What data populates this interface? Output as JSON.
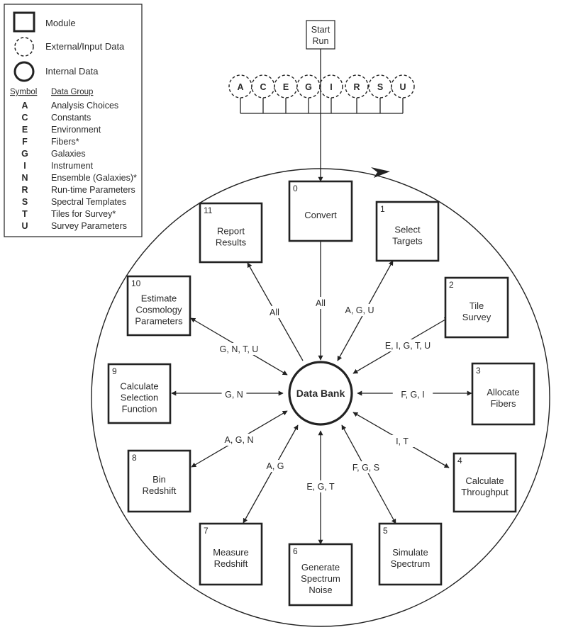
{
  "legend": {
    "module_label": "Module",
    "external_label": "External/Input Data",
    "internal_label": "Internal Data",
    "symbol_header": "Symbol",
    "group_header": "Data Group",
    "entries": [
      {
        "symbol": "A",
        "group": "Analysis Choices"
      },
      {
        "symbol": "C",
        "group": "Constants"
      },
      {
        "symbol": "E",
        "group": "Environment"
      },
      {
        "symbol": "F",
        "group": "Fibers*"
      },
      {
        "symbol": "G",
        "group": "Galaxies"
      },
      {
        "symbol": "I",
        "group": "Instrument"
      },
      {
        "symbol": "N",
        "group": "Ensemble (Galaxies)*"
      },
      {
        "symbol": "R",
        "group": "Run-time Parameters"
      },
      {
        "symbol": "S",
        "group": "Spectral Templates"
      },
      {
        "symbol": "T",
        "group": "Tiles for Survey*"
      },
      {
        "symbol": "U",
        "group": "Survey Parameters"
      }
    ]
  },
  "start": {
    "line1": "Start",
    "line2": "Run"
  },
  "inputs": [
    "A",
    "C",
    "E",
    "G",
    "I",
    "R",
    "S",
    "U"
  ],
  "center": "Data Bank",
  "modules": [
    {
      "num": "0",
      "lines": [
        "Convert"
      ],
      "edge_label": "All"
    },
    {
      "num": "1",
      "lines": [
        "Select",
        "Targets"
      ],
      "edge_label": "A, G, U"
    },
    {
      "num": "2",
      "lines": [
        "Tile",
        "Survey"
      ],
      "edge_label": "E, I, G, T, U"
    },
    {
      "num": "3",
      "lines": [
        "Allocate",
        "Fibers"
      ],
      "edge_label": "F, G, I"
    },
    {
      "num": "4",
      "lines": [
        "Calculate",
        "Throughput"
      ],
      "edge_label": "I, T"
    },
    {
      "num": "5",
      "lines": [
        "Simulate",
        "Spectrum"
      ],
      "edge_label": "F, G, S"
    },
    {
      "num": "6",
      "lines": [
        "Generate",
        "Spectrum",
        "Noise"
      ],
      "edge_label": "E, G, T"
    },
    {
      "num": "7",
      "lines": [
        "Measure",
        "Redshift"
      ],
      "edge_label": "A, G"
    },
    {
      "num": "8",
      "lines": [
        "Bin",
        "Redshift"
      ],
      "edge_label": "A, G, N"
    },
    {
      "num": "9",
      "lines": [
        "Calculate",
        "Selection",
        "Function"
      ],
      "edge_label": "G, N"
    },
    {
      "num": "10",
      "lines": [
        "Estimate",
        "Cosmology",
        "Parameters"
      ],
      "edge_label": "G, N, T, U"
    },
    {
      "num": "11",
      "lines": [
        "Report",
        "Results"
      ],
      "edge_label": "All"
    }
  ]
}
